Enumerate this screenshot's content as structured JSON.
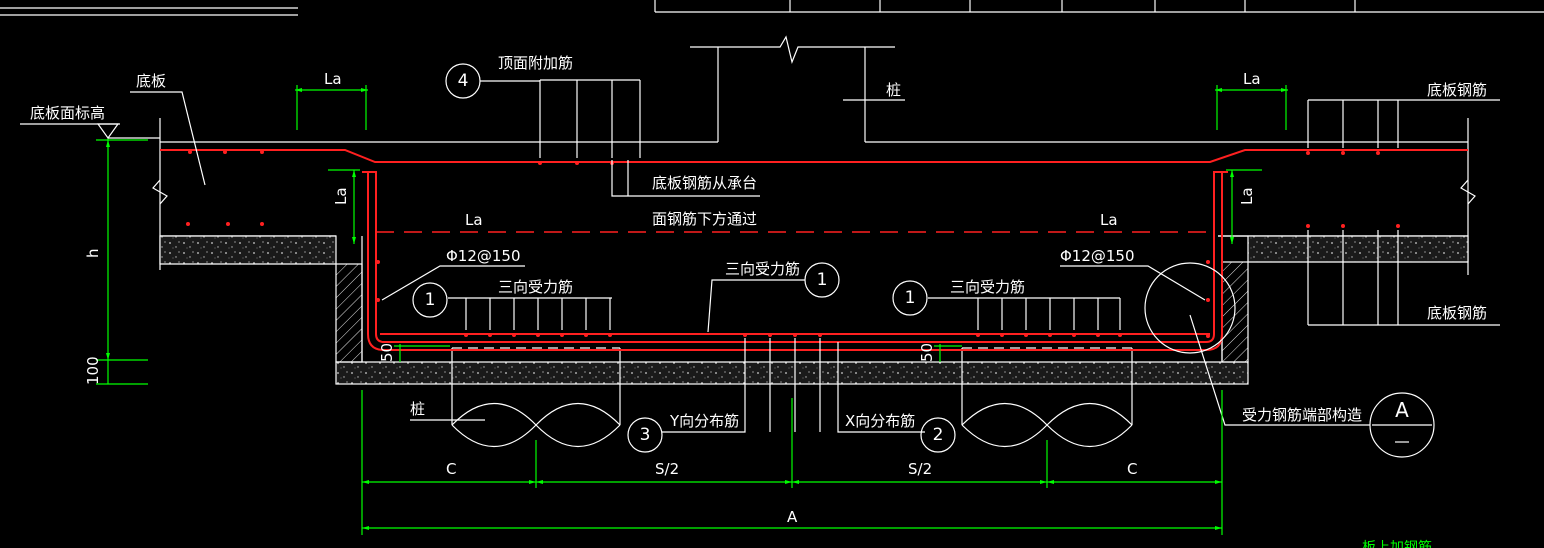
{
  "diagram": {
    "labels": {
      "slab": "底板",
      "slab_top_elev": "底板面标高",
      "top_extra_bars": "顶面附加筋",
      "pile_top": "桩",
      "slab_bars_top": "底板钢筋",
      "slab_bars_bottom": "底板钢筋",
      "pass_line1": "底板钢筋从承台",
      "pass_line2": "面钢筋下方通过",
      "stirrup_left": "Φ12@150",
      "stirrup_right": "Φ12@150",
      "three_way_left": "三向受力筋",
      "three_way_mid": "三向受力筋",
      "three_way_right": "三向受力筋",
      "pile_bottom": "桩",
      "y_dist": "Y向分布筋",
      "x_dist": "X向分布筋",
      "end_detail": "受力钢筋端部构造",
      "detail_A": "A",
      "bottom_cut": "板上加钢筋"
    },
    "dimensions": {
      "la": "La",
      "h": "h",
      "d100": "100",
      "d50": "50",
      "c": "C",
      "s2": "S/2",
      "a": "A"
    },
    "bubbles": {
      "b4": "4",
      "b1_left": "1",
      "b1_mid": "1",
      "b1_right": "1",
      "b3": "3",
      "b2": "2"
    },
    "colors": {
      "background": "#000000",
      "lines": "#ffffff",
      "dimensions": "#00ff00",
      "rebar": "#ff2020"
    }
  }
}
